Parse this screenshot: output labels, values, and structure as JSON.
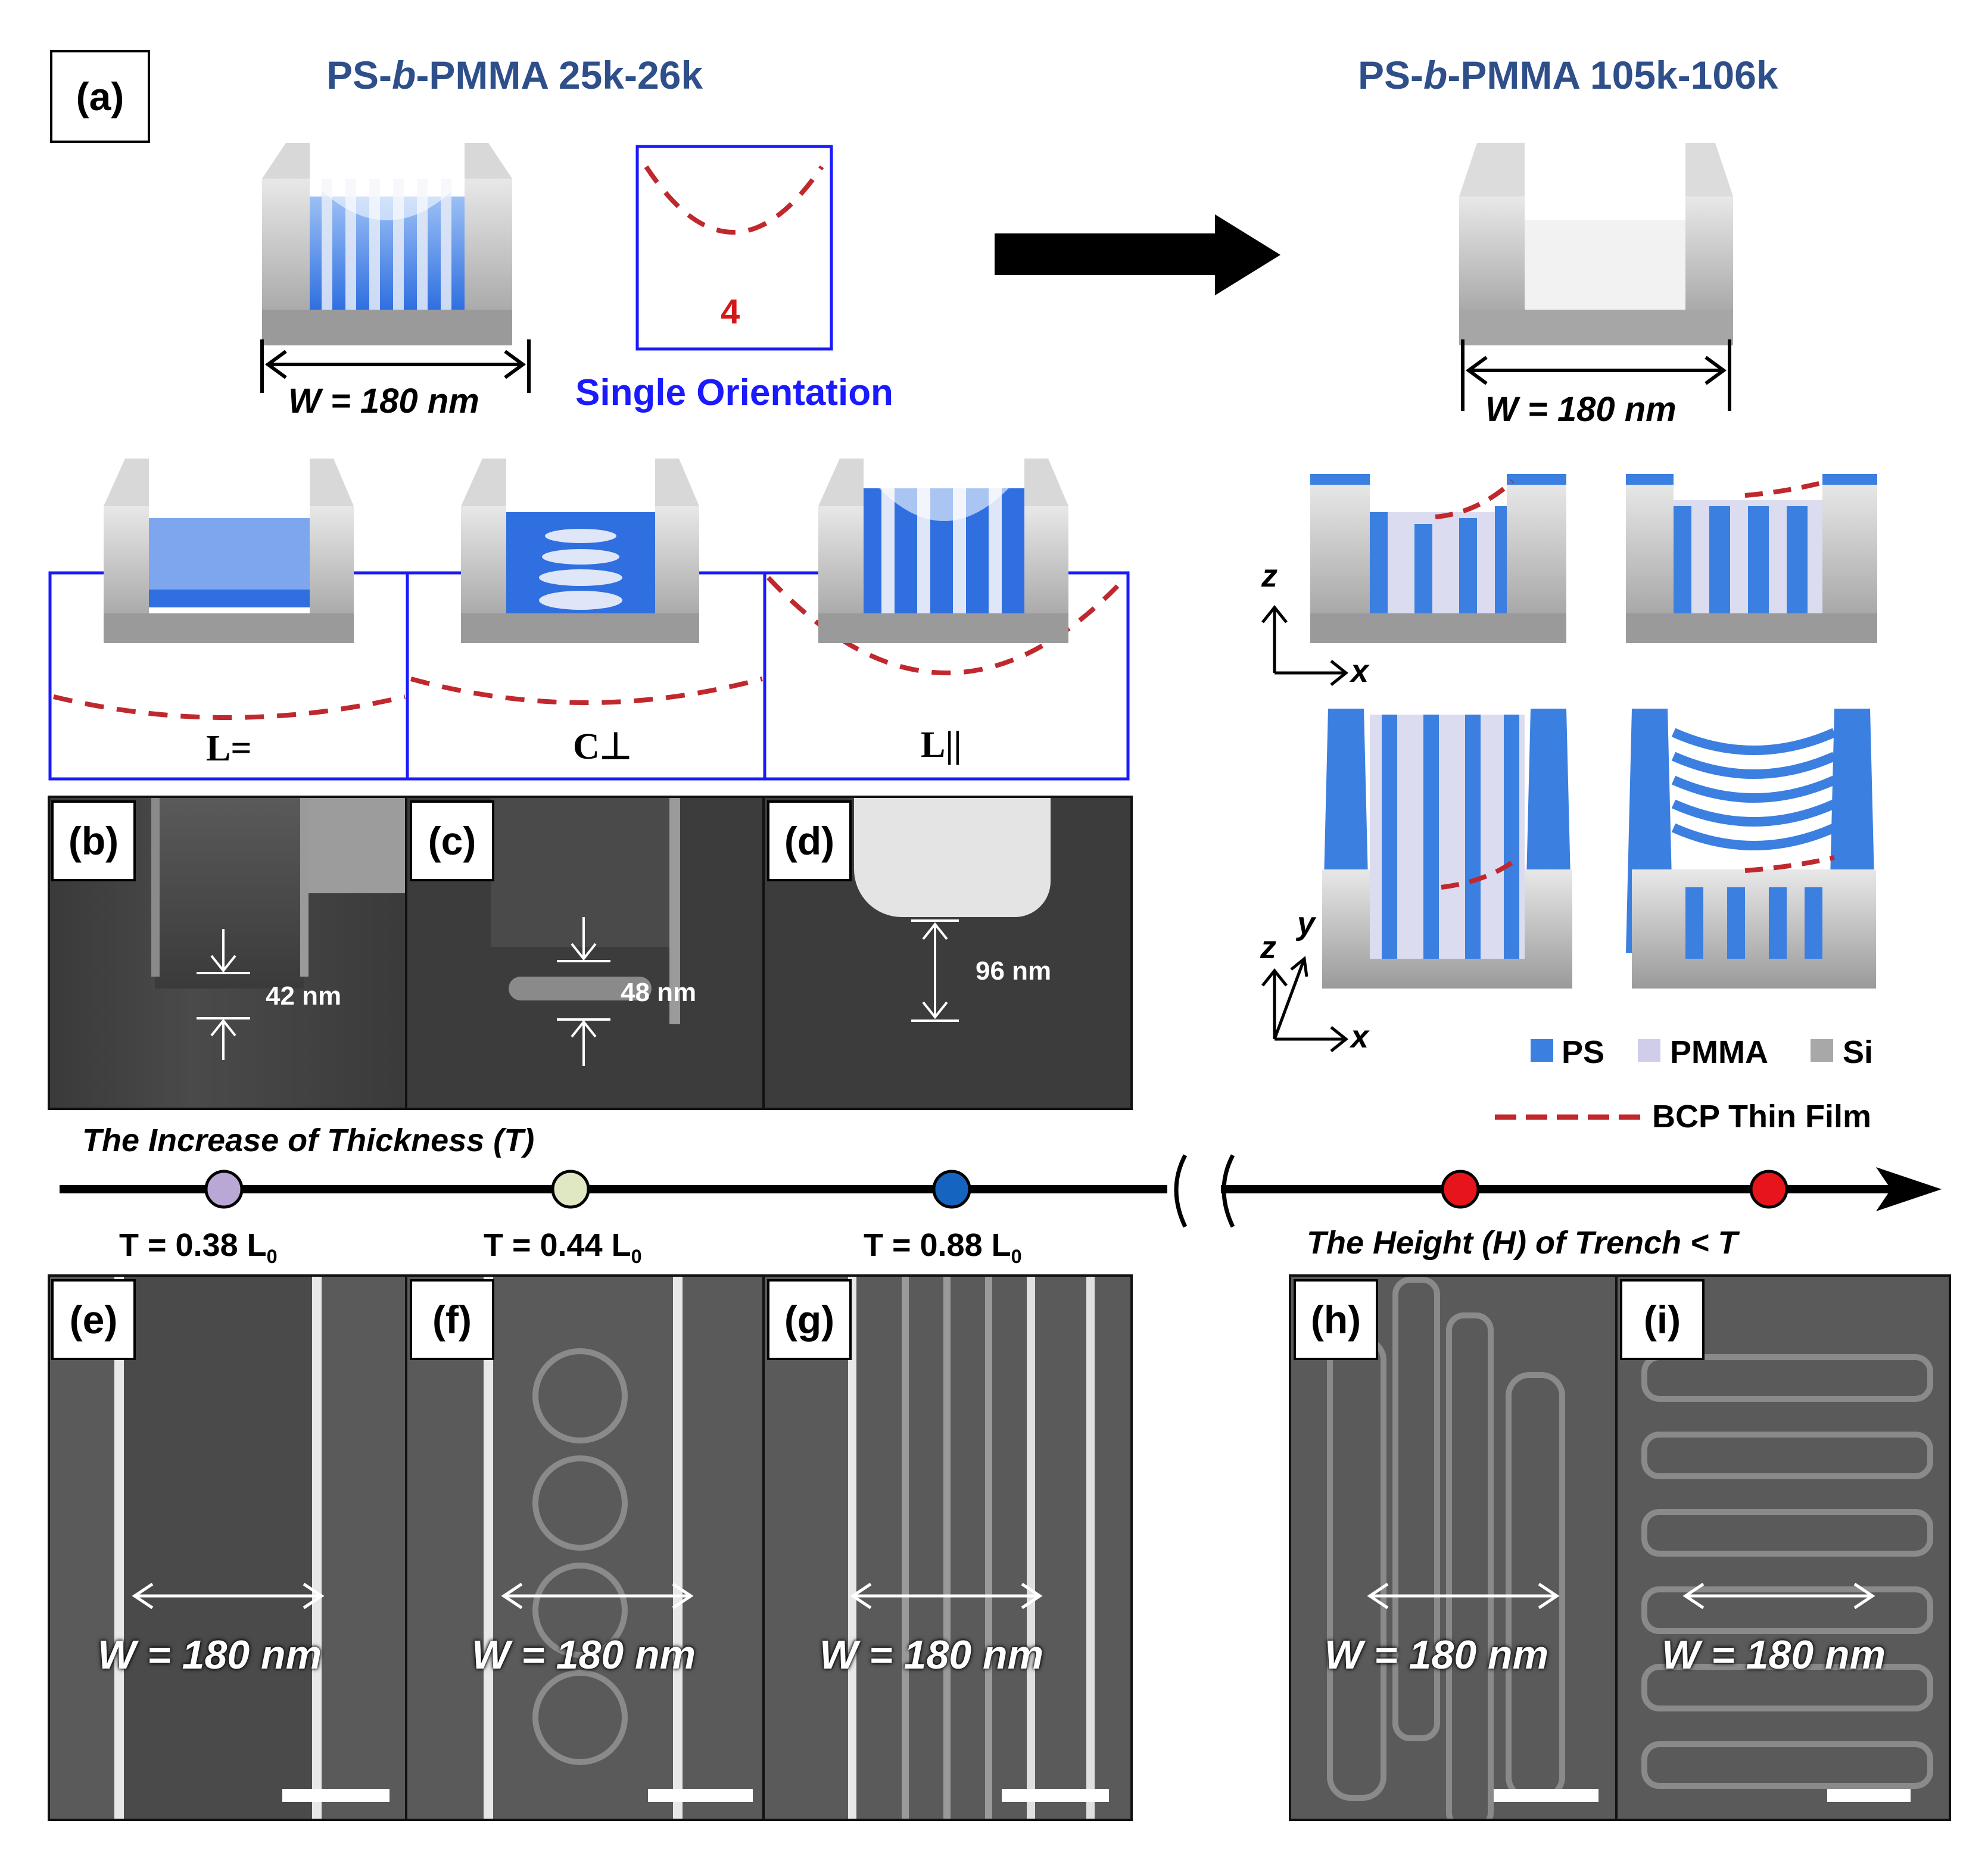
{
  "panel_labels": {
    "a": "(a)",
    "b": "(b)",
    "c": "(c)",
    "d": "(d)",
    "e": "(e)",
    "f": "(f)",
    "g": "(g)",
    "h": "(h)",
    "i": "(i)"
  },
  "titles": {
    "left": "PS-b-PMMA 25k-26k",
    "right": "PS-b-PMMA 105k-106k"
  },
  "width_label": "W = 180 nm",
  "single_orientation": {
    "number": "4",
    "label": "Single Orientation"
  },
  "morphologies": [
    "L=",
    "C⊥",
    "L||"
  ],
  "measurements": {
    "b": "42 nm",
    "c": "48 nm",
    "d": "96 nm"
  },
  "axes": {
    "z": "z",
    "x": "x",
    "y": "y"
  },
  "legend": {
    "ps": "PS",
    "pmma": "PMMA",
    "si": "Si",
    "film": "BCP Thin Film"
  },
  "legend_colors": {
    "ps": "#3b7fe0",
    "pmma": "#cfcdea",
    "si": "#a8a8a8",
    "film": "#c0282d"
  },
  "timeline": {
    "thickness_title": "The Increase of Thickness (T)",
    "height_title": "The Height (H) of Trench < T",
    "marks": [
      "T = 0.38 L0",
      "T = 0.44 L0",
      "T = 0.88 L0"
    ],
    "marker_colors": [
      "#b9a8d6",
      "#dfe8c2",
      "#1565c0",
      "#e8141b",
      "#e8141b"
    ]
  }
}
